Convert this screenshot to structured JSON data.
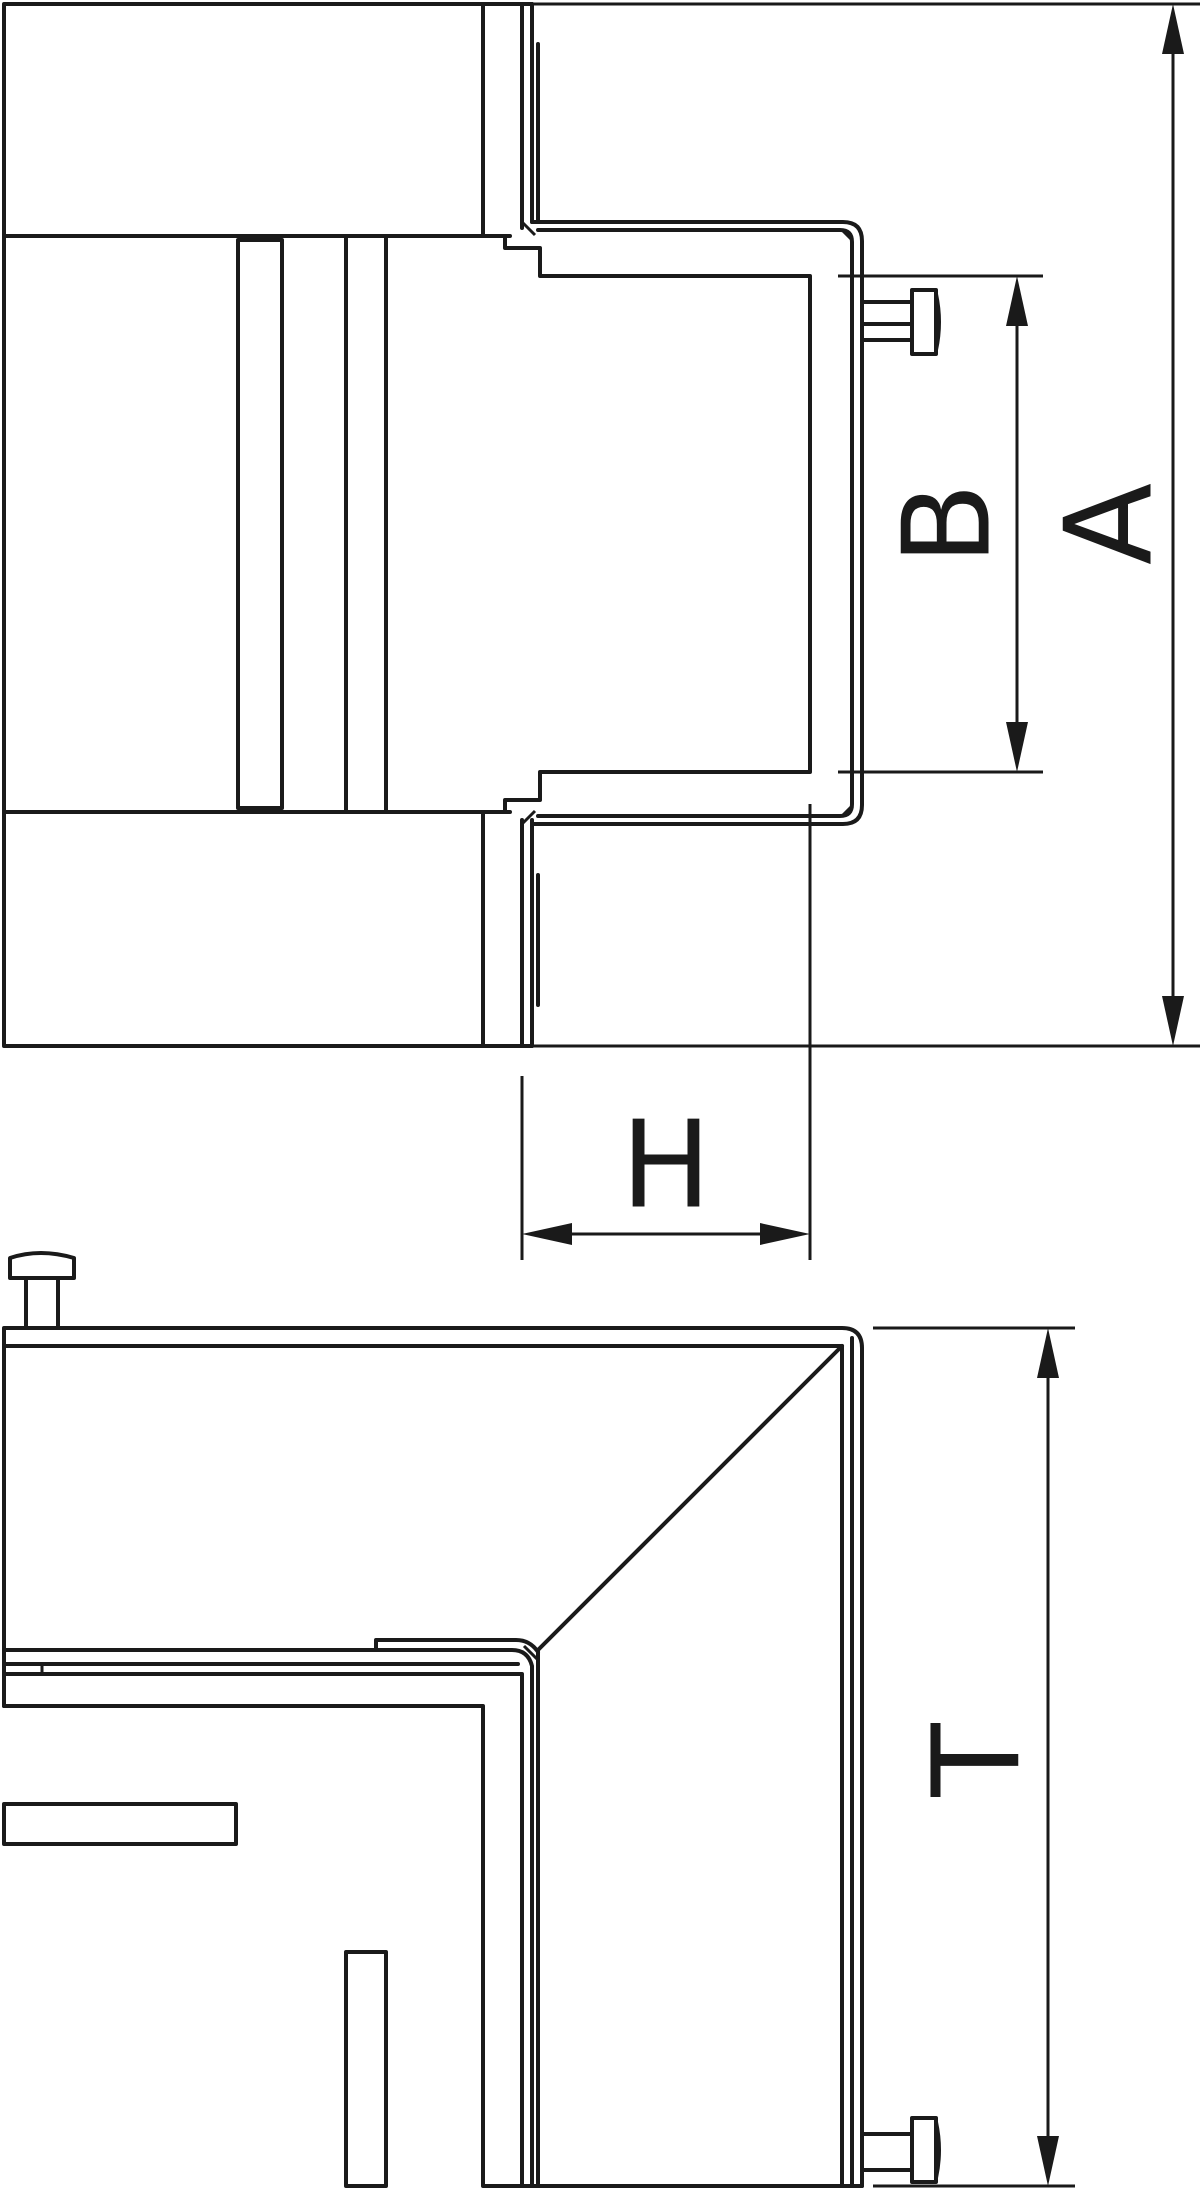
{
  "dimensions": {
    "A": "A",
    "B": "B",
    "H": "H",
    "T": "T"
  }
}
